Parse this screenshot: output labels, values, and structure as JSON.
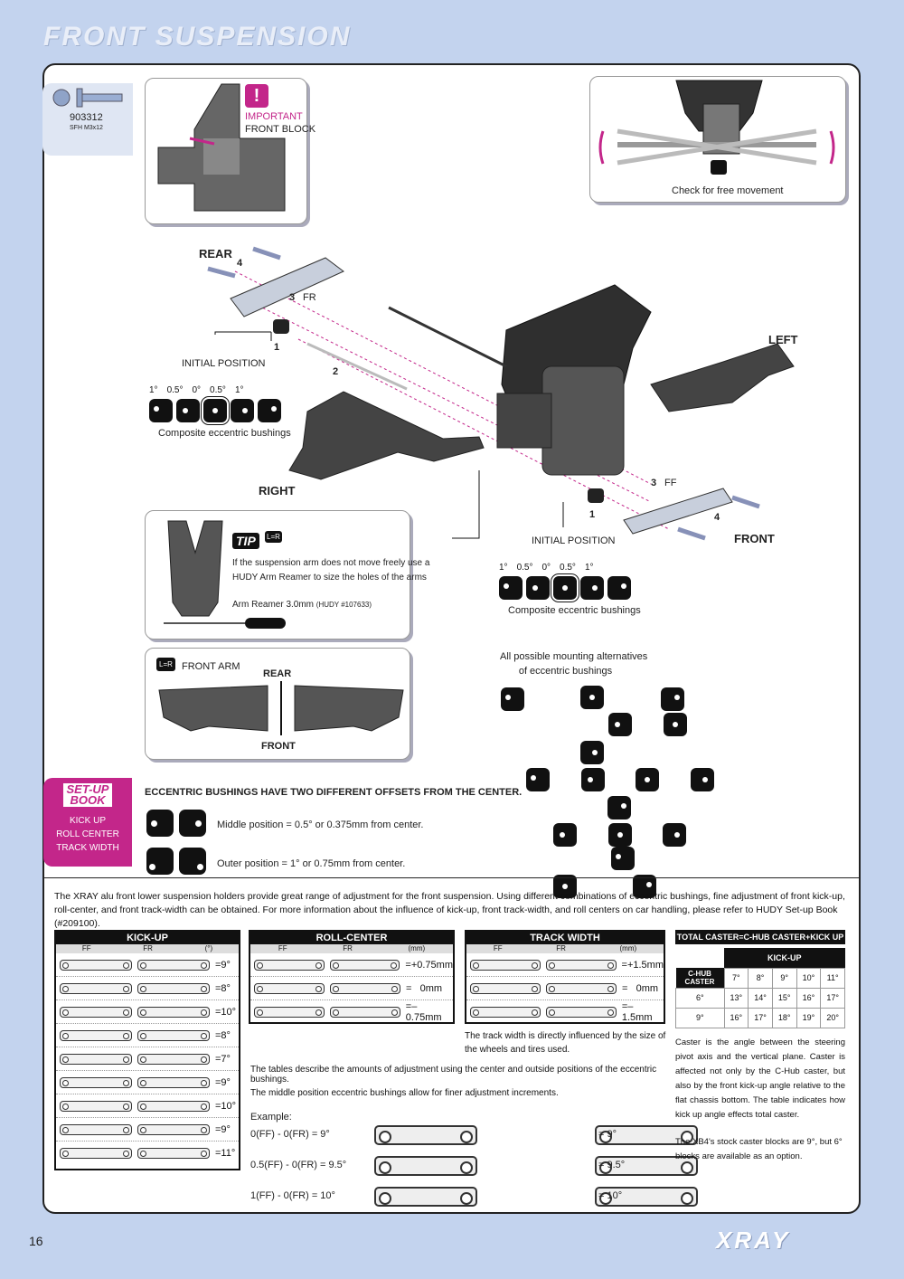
{
  "header": {
    "title": "FRONT SUSPENSION"
  },
  "part": {
    "number": "903312",
    "desc": "SFH M3x12"
  },
  "important": {
    "line1": "IMPORTANT",
    "line2": "FRONT BLOCK"
  },
  "check": {
    "caption": "Check for free movement"
  },
  "labels": {
    "rear": "REAR",
    "front": "FRONT",
    "left": "LEFT",
    "right": "RIGHT",
    "fr": "FR",
    "ff": "FF",
    "step1": "1",
    "step2": "2",
    "step3": "3",
    "step4": "4"
  },
  "initial": {
    "title": "INITIAL POSITION",
    "caption": "Composite eccentric bushings",
    "degrees": [
      "1°",
      "0.5°",
      "0°",
      "0.5°",
      "1°"
    ]
  },
  "tip": {
    "badge": "TIP",
    "lr": "L=R",
    "text1": "If the suspension arm does not move freely use a",
    "text2": "HUDY Arm Reamer to size the holes of the arms",
    "tool": "Arm Reamer 3.0mm",
    "toolref": "(HUDY #107633)"
  },
  "frontarm": {
    "label": "FRONT ARM",
    "rear": "REAR",
    "front": "FRONT"
  },
  "alternatives": {
    "line1": "All possible mounting alternatives",
    "line2": "of eccentric bushings"
  },
  "setup": {
    "line1": "SET-UP",
    "line2": "BOOK",
    "item1": "KICK UP",
    "item2": "ROLL CENTER",
    "item3": "TRACK WIDTH"
  },
  "eccentric": {
    "heading": "ECCENTRIC BUSHINGS HAVE TWO DIFFERENT OFFSETS FROM THE CENTER.",
    "middle": "Middle position = 0.5° or 0.375mm from center.",
    "outer": "Outer position = 1° or 0.75mm from center."
  },
  "intro": "The XRAY alu front lower suspension holders provide great range of adjustment for the front suspension. Using different combinations of eccentric bushings, fine adjustment of front kick-up, roll-center, and front track-width can be obtained. For more information about the influence of  kick-up, front track-width, and roll centers on car handling, please refer to HUDY Set-up Book (#209100).",
  "kickup": {
    "title": "KICK-UP",
    "ff": "FF",
    "fr": "FR",
    "unit": "(°)",
    "values": [
      "=9°",
      "=8°",
      "=10°",
      "=8°",
      "=7°",
      "=9°",
      "=10°",
      "=9°",
      "=11°"
    ]
  },
  "rollcenter": {
    "title": "ROLL-CENTER",
    "ff": "FF",
    "fr": "FR",
    "unit": "(mm)",
    "values": [
      "=+0.75mm",
      "=   0mm",
      "=–0.75mm"
    ]
  },
  "trackwidth": {
    "title": "TRACK WIDTH",
    "ff": "FF",
    "fr": "FR",
    "unit": "(mm)",
    "values": [
      "=+1.5mm",
      "=   0mm",
      "=–1.5mm"
    ],
    "note": "The track width is directly influenced by the size of the wheels and tires used."
  },
  "notes": {
    "n1": "The tables describe the amounts of adjustment using the center and outside positions of the eccentric bushings.",
    "n2": "The middle position eccentric bushings allow for finer adjustment increments."
  },
  "example": {
    "label": "Example:",
    "rows": [
      {
        "eq": "0(FF) - 0(FR) = 9°",
        "res": "= 9°"
      },
      {
        "eq": "0.5(FF) - 0(FR) = 9.5°",
        "res": "= 9.5°"
      },
      {
        "eq": "1(FF) - 0(FR) = 10°",
        "res": "= 10°"
      }
    ]
  },
  "caster": {
    "title": "TOTAL CASTER=C-HUB CASTER+KICK UP",
    "kickup": "KICK-UP",
    "chub": "C-HUB CASTER",
    "cols": [
      "7°",
      "8°",
      "9°",
      "10°",
      "11°"
    ],
    "rows": [
      {
        "h": "6°",
        "v": [
          "13°",
          "14°",
          "15°",
          "16°",
          "17°"
        ]
      },
      {
        "h": "9°",
        "v": [
          "16°",
          "17°",
          "18°",
          "19°",
          "20°"
        ]
      }
    ],
    "text1": "Caster is the angle between the steering pivot axis and the vertical plane. Caster is affected not only by the C-Hub caster, but also by the front kick-up angle relative to the flat chassis bottom. The table indicates how kick up angle effects total caster.",
    "text2": "The XB4's stock caster blocks are 9°, but 6° blocks are available as an option."
  },
  "footer": {
    "page": "16",
    "brand": "XRAY"
  }
}
